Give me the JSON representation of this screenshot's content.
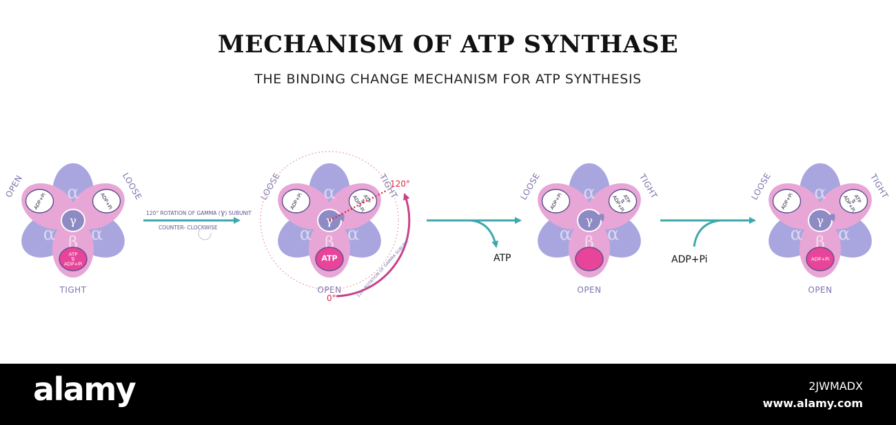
{
  "title": "MECHANISM OF ATP SYNTHASE",
  "subtitle": "THE BINDING CHANGE MECHANISM FOR ATP SYNTHESIS",
  "symbols": {
    "alpha": "α",
    "beta": "β",
    "gamma": "γ"
  },
  "colors": {
    "alpha_subunit": "#a9a6df",
    "beta_subunit": "#e7a6d6",
    "gamma_core": "#8e8ac4",
    "site": "#ffffff",
    "atp_site": "#e8449a",
    "arrow": "#3ea8ad",
    "rotation_arc": "#c7428a",
    "label": "#7a73ac",
    "angle_label": "#e0253f"
  },
  "states": [
    {
      "sites": [
        {
          "label": "OPEN",
          "content": "ADP+Pi"
        },
        {
          "label": "LOOSE",
          "content": "ADP+Pi"
        },
        {
          "label": "TIGHT",
          "content": "ATP ⇅ ADP+Pi"
        }
      ]
    },
    {
      "sites": [
        {
          "label": "LOOSE",
          "content": "ADP+Pi"
        },
        {
          "label": "TIGHT",
          "content": "ATP ⇅ ADP+Pi"
        },
        {
          "label": "OPEN",
          "content": "ATP"
        }
      ]
    },
    {
      "sites": [
        {
          "label": "LOOSE",
          "content": "ADP+Pi"
        },
        {
          "label": "TIGHT",
          "content": "ATP ⇅ ADP+Pi"
        },
        {
          "label": "OPEN",
          "content": ""
        }
      ]
    },
    {
      "sites": [
        {
          "label": "LOOSE",
          "content": "ADP+Pi"
        },
        {
          "label": "TIGHT",
          "content": "ATP ⇅ ADP+Pi"
        },
        {
          "label": "OPEN",
          "content": "ADP+Pi"
        }
      ]
    }
  ],
  "step1": {
    "line1": "120° ROTATION OF GAMMA (",
    "symbol": "γ",
    "line1_end": ") SUBUNIT",
    "line2": "COUNTER- CLOCKWISE"
  },
  "rotation": {
    "start_angle": "0°",
    "end_angle": "120°",
    "arc_caption": "120° ROTATION OF GAMMA SUBUNIT"
  },
  "release_label": "ATP",
  "binding_label": "ADP+Pi",
  "footer": {
    "brand": "alamy",
    "image_code": "2JWMADX",
    "url": "www.alamy.com"
  }
}
